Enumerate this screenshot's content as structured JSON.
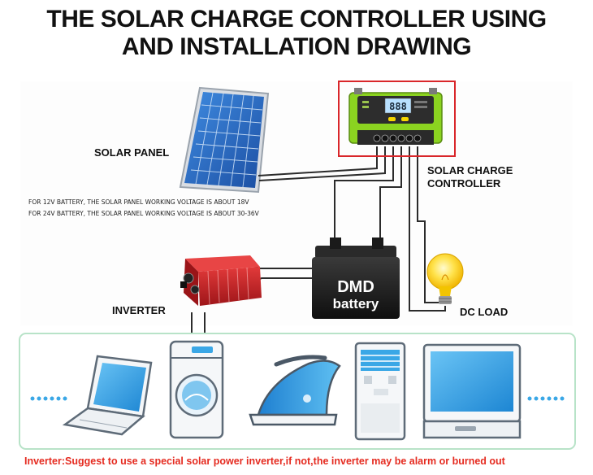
{
  "title": {
    "line1": "THE SOLAR CHARGE CONTROLLER USING",
    "line2": "AND INSTALLATION DRAWING"
  },
  "labels": {
    "solar_panel": "SOLAR PANEL",
    "controller_line1": "SOLAR CHARGE",
    "controller_line2": "CONTROLLER",
    "inverter": "INVERTER",
    "dc_load": "DC LOAD"
  },
  "notes": {
    "battery_12v": "FOR 12V BATTERY, THE SOLAR PANEL WORKING VOLTAGE IS ABOUT 18V",
    "battery_24v": "FOR 24V BATTERY, THE SOLAR PANEL WORKING VOLTAGE IS ABOUT 30-36V"
  },
  "controller_display": "888",
  "battery": {
    "brand": "DMD",
    "word": "battery"
  },
  "appliances": [
    "laptop",
    "washing-machine",
    "steam-iron",
    "air-conditioner",
    "tv-monitor"
  ],
  "footer": "Inverter:Suggest to use a special solar power inverter,if not,the inverter may be alarm or burned out",
  "colors": {
    "wire": "#2b2b2b",
    "controller_green": "#8bd320",
    "highlight_red": "#d9262a",
    "panel_blue": "#1f5fb8",
    "inverter_red": "#c71f24",
    "appliance_frame": "#b8e3c8",
    "appliance_blue": "#3aa7e6",
    "footer_text": "#e52b20"
  }
}
